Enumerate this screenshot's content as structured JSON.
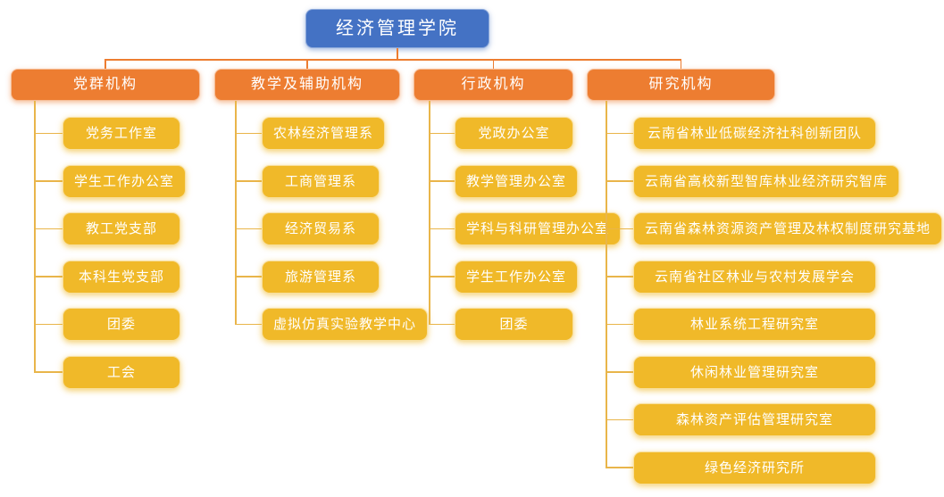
{
  "root": {
    "label": "经济管理学院"
  },
  "branches": [
    {
      "label": "党群机构",
      "children": [
        "党务工作室",
        "学生工作办公室",
        "教工党支部",
        "本科生党支部",
        "团委",
        "工会"
      ]
    },
    {
      "label": "教学及辅助机构",
      "children": [
        "农林经济管理系",
        "工商管理系",
        "经济贸易系",
        "旅游管理系",
        "虚拟仿真实验教学中心"
      ]
    },
    {
      "label": "行政机构",
      "children": [
        "党政办公室",
        "教学管理办公室",
        "学科与科研管理办公室",
        "学生工作办公室",
        "团委"
      ]
    },
    {
      "label": "研究机构",
      "children": [
        "云南省林业低碳经济社科创新团队",
        "云南省高校新型智库林业经济研究智库",
        "云南省森林资源资产管理及林权制度研究基地",
        "云南省社区林业与农村发展学会",
        "林业系统工程研究室",
        "休闲林业管理研究室",
        "森林资产评估管理研究室",
        "绿色经济研究所"
      ]
    }
  ],
  "colors": {
    "background": "#FFFFFF",
    "root_fill": "#4472C4",
    "branch_fill": "#ED7D31",
    "child_fill": "#F0B929",
    "top_line": "#ED7D31",
    "child_line": "#E9B54A",
    "text": "#FFFFFF"
  }
}
